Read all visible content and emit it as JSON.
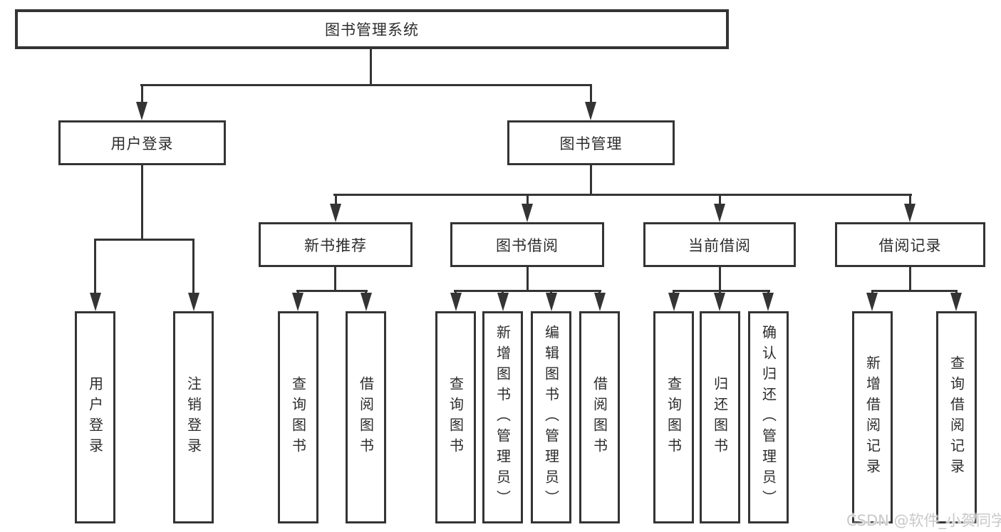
{
  "diagram": {
    "type": "tree",
    "root": {
      "label": "图书管理系统"
    },
    "branches": [
      {
        "label": "用户登录",
        "children": [
          {
            "label": "用户登录"
          },
          {
            "label": "注销登录"
          }
        ]
      },
      {
        "label": "图书管理",
        "children": [
          {
            "label": "新书推荐",
            "children": [
              {
                "label": "查询图书"
              },
              {
                "label": "借阅图书"
              }
            ]
          },
          {
            "label": "图书借阅",
            "children": [
              {
                "label": "查询图书"
              },
              {
                "label": "新增图书（管理员）"
              },
              {
                "label": "编辑图书（管理员）"
              },
              {
                "label": "借阅图书"
              }
            ]
          },
          {
            "label": "当前借阅",
            "children": [
              {
                "label": "查询图书"
              },
              {
                "label": "归还图书"
              },
              {
                "label": "确认归还（管理员）"
              }
            ]
          },
          {
            "label": "借阅记录",
            "children": [
              {
                "label": "新增借阅记录"
              },
              {
                "label": "查询借阅记录"
              }
            ]
          }
        ]
      }
    ]
  },
  "watermark": {
    "text": "CSDN @软件_小贺同学"
  },
  "colors": {
    "line": "#343434",
    "text": "#2c2c2c",
    "background": "#ffffff",
    "watermark": "#c9c9c9"
  }
}
